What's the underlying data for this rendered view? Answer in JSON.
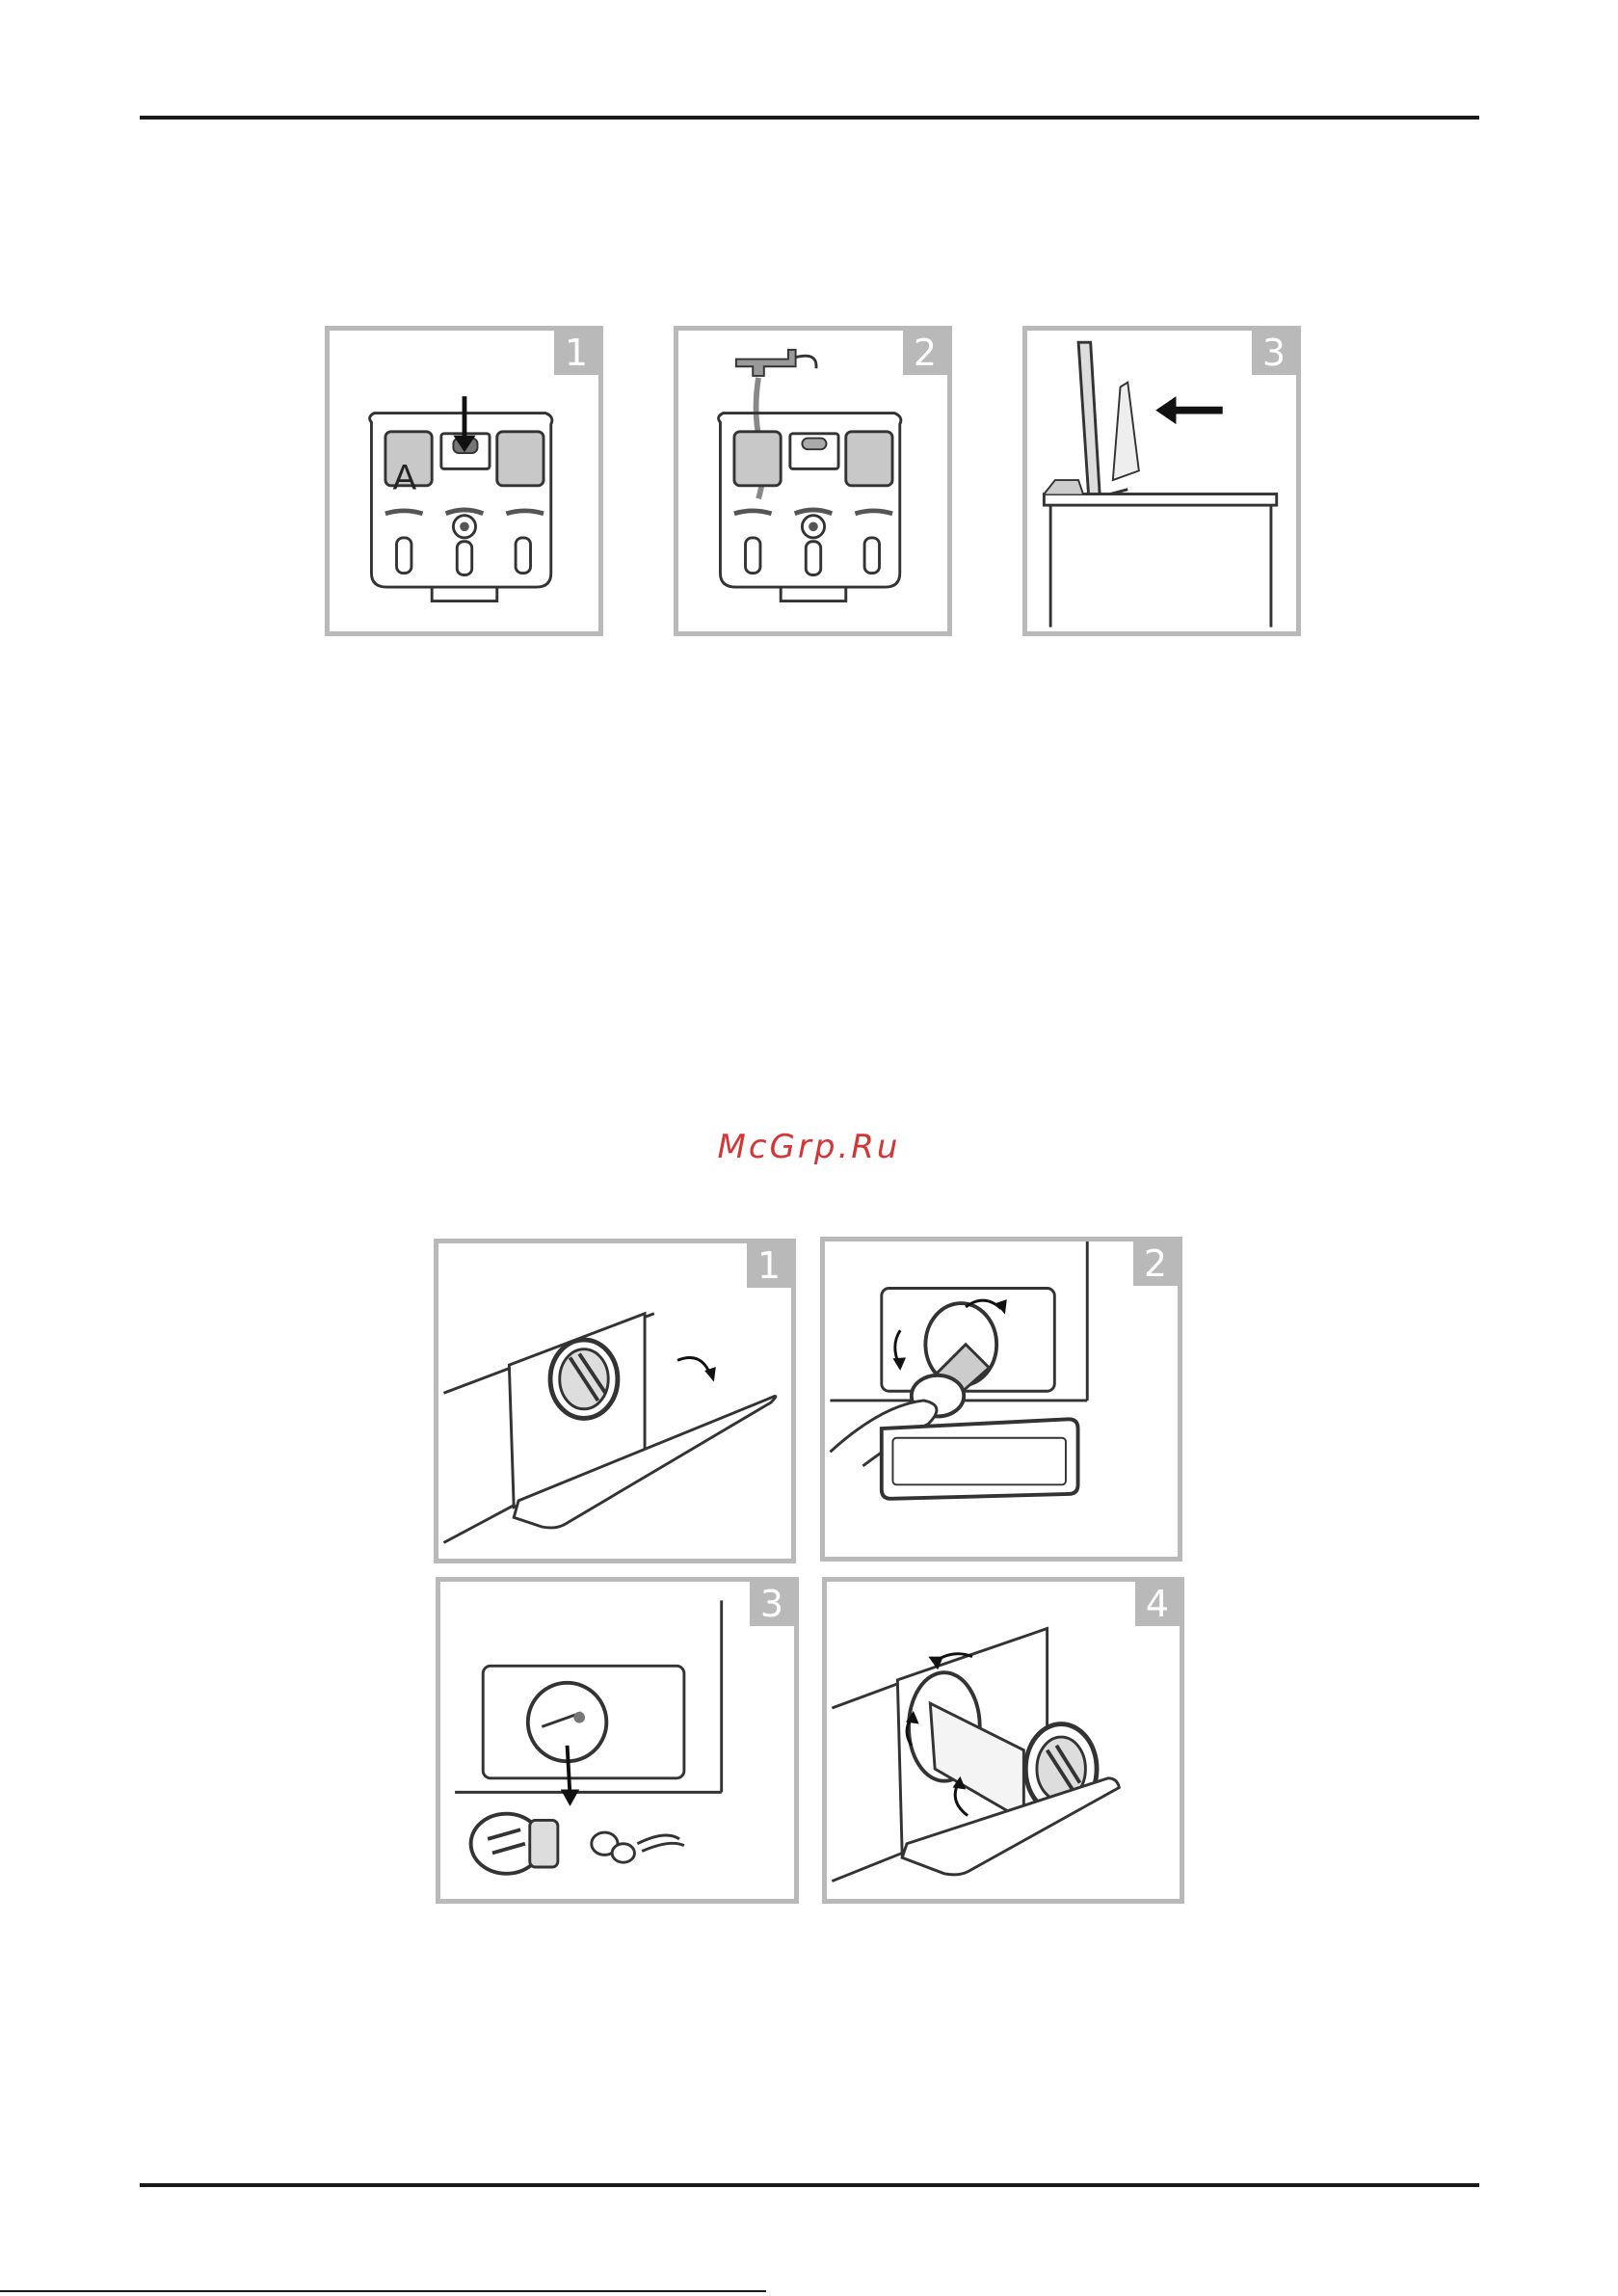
{
  "dispenser_figures": {
    "panels": [
      {
        "number": "1",
        "callout": "A"
      },
      {
        "number": "2"
      },
      {
        "number": "3"
      }
    ]
  },
  "watermark": {
    "text": "McGrp.Ru",
    "color": "#d43535"
  },
  "filter_figures": {
    "panels": [
      {
        "number": "1"
      },
      {
        "number": "2"
      },
      {
        "number": "3"
      },
      {
        "number": "4"
      }
    ]
  },
  "colors": {
    "panel_border": "#b9b9b9",
    "rule": "#1a1a1a"
  }
}
